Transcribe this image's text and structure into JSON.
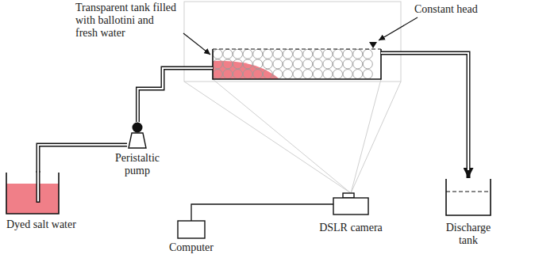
{
  "diagram": {
    "nodes": [
      {
        "text": [
          "Transparent tank filled with ballotini and fresh water"
        ]
      },
      {
        "text": [
          "Peristaltic pump"
        ]
      },
      {
        "text": [
          "Dyed salt water"
        ]
      },
      {
        "text": [
          "DSLR camera"
        ]
      },
      {
        "text": [
          "Discharge tank"
        ]
      },
      {
        "text": [
          "Computer"
        ]
      }
    ],
    "edges": [
      {
        "from": 2,
        "to": 1,
        "arrow": "none"
      },
      {
        "from": 1,
        "to": 0,
        "arrow": "none"
      },
      {
        "from": 0,
        "to": 4,
        "arrow": "to"
      },
      {
        "from": 5,
        "to": 3,
        "arrow": "none"
      }
    ],
    "labels": [
      "Constant head"
    ]
  }
}
